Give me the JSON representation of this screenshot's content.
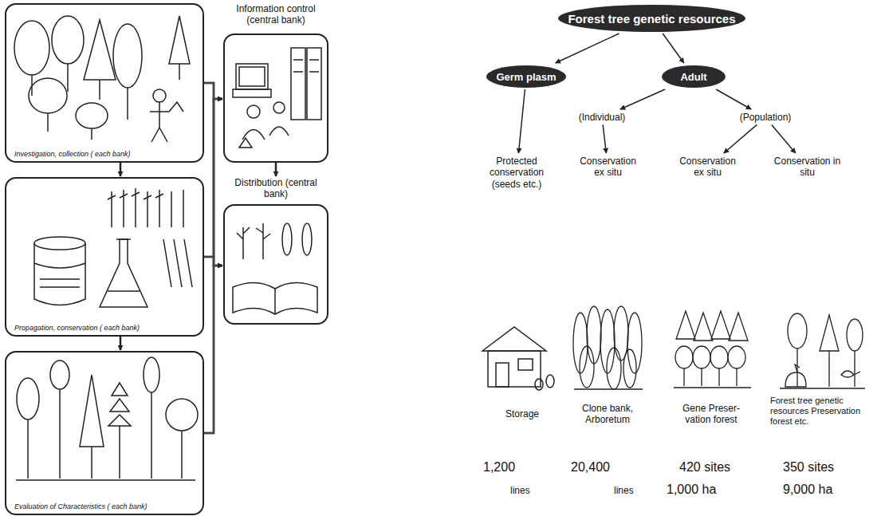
{
  "diagram": {
    "nodes": [
      {
        "text": [
          "Investigation, collection ( each bank)"
        ]
      },
      {
        "text": [
          "Propagation, conservation ( each bank)"
        ]
      },
      {
        "text": [
          "Evaluation of Characteristics ( each bank)"
        ]
      },
      {
        "text": [
          "Information control (central bank)"
        ]
      },
      {
        "text": [
          "Distribution (central bank)"
        ]
      },
      {
        "text": [
          "Forest tree genetic resources"
        ]
      },
      {
        "text": [
          "Germ plasm"
        ]
      },
      {
        "text": [
          "Adult"
        ]
      },
      {
        "text": [
          "(Individual)"
        ]
      },
      {
        "text": [
          "(Population)"
        ]
      },
      {
        "text": [
          "Protected conservation (seeds etc.)"
        ]
      },
      {
        "text": [
          "Conservation ex situ"
        ]
      },
      {
        "text": [
          "Conservation ex situ"
        ]
      },
      {
        "text": [
          "Conservation in situ"
        ]
      }
    ],
    "edges": [
      {
        "from": 0,
        "to": 1,
        "arrow": "to"
      },
      {
        "from": 1,
        "to": 2,
        "arrow": "to"
      },
      {
        "from": 0,
        "to": 3,
        "arrow": "to"
      },
      {
        "from": 1,
        "to": 3,
        "arrow": "to"
      },
      {
        "from": 2,
        "to": 3,
        "arrow": "to"
      },
      {
        "from": 0,
        "to": 4,
        "arrow": "to"
      },
      {
        "from": 1,
        "to": 4,
        "arrow": "to"
      },
      {
        "from": 2,
        "to": 4,
        "arrow": "to"
      },
      {
        "from": 3,
        "to": 4,
        "arrow": "to"
      },
      {
        "from": 5,
        "to": 6,
        "arrow": "to"
      },
      {
        "from": 5,
        "to": 7,
        "arrow": "to"
      },
      {
        "from": 7,
        "to": 8,
        "arrow": "to"
      },
      {
        "from": 7,
        "to": 9,
        "arrow": "to"
      },
      {
        "from": 6,
        "to": 10,
        "arrow": "to"
      },
      {
        "from": 8,
        "to": 11,
        "arrow": "to"
      },
      {
        "from": 9,
        "to": 12,
        "arrow": "to"
      },
      {
        "from": 9,
        "to": 13,
        "arrow": "to"
      }
    ],
    "labels": [
      "Storage",
      "Clone bank, Arboretum",
      "Gene Preser- vation forest",
      "Forest tree genetic resources Preservation forest etc.",
      "1,200",
      "lines",
      "20,400",
      "lines",
      "420 sites",
      "1,000 ha",
      "350 sites",
      "9,000 ha"
    ]
  }
}
